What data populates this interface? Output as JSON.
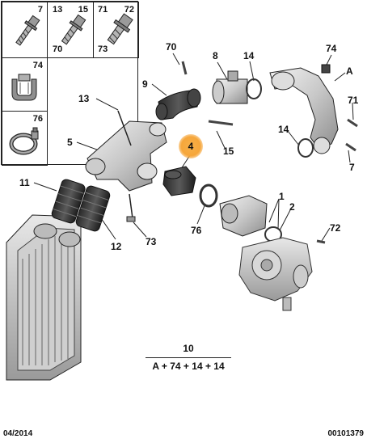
{
  "legend_panel": {
    "top_row": [
      {
        "label_top": "7",
        "label_bottom": ""
      },
      {
        "label_top": "13",
        "label_top_2": "15",
        "label_bottom": "70"
      },
      {
        "label_top": "71",
        "label_top_2": "72",
        "label_bottom": "73"
      }
    ],
    "clip_label": "74",
    "clamp_label": "76"
  },
  "callouts": {
    "p70": "70",
    "p8": "8",
    "p14a": "14",
    "p74": "74",
    "pA": "A",
    "p9": "9",
    "p13": "13",
    "p71": "71",
    "p14b": "14",
    "p5": "5",
    "p4": "4",
    "p15": "15",
    "p7": "7",
    "p11": "11",
    "p1": "1",
    "p2": "2",
    "p76": "76",
    "p72": "72",
    "p12": "12",
    "p73": "73"
  },
  "kit": {
    "number": "10",
    "contents": "A + 74 + 14 + 14"
  },
  "footer": {
    "date": "04/2014",
    "code": "00101379"
  }
}
